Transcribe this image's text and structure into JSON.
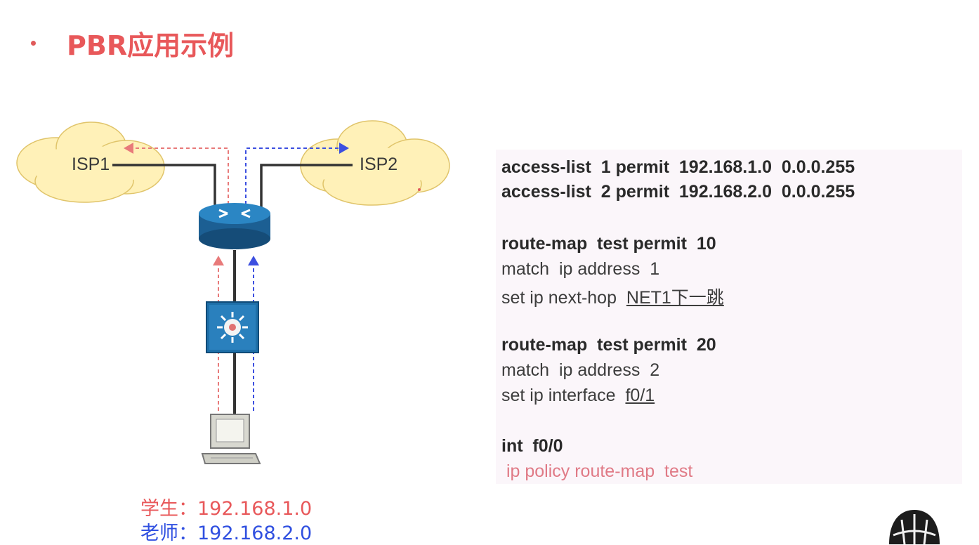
{
  "title": "PBR应用示例",
  "diagram": {
    "isp1": "ISP1",
    "isp2": "ISP2",
    "lans": [
      {
        "name": "学生",
        "sep": "：",
        "net": "192.168.1.0",
        "color": "#e8585a"
      },
      {
        "name": "老师",
        "sep": "：",
        "net": "192.168.2.0",
        "color": "#2f4fe0"
      }
    ]
  },
  "config": {
    "acl1": "access-list  1 permit  192.168.1.0  0.0.0.255",
    "acl2": "access-list  2 permit  192.168.2.0  0.0.0.255",
    "rm10": "route-map  test permit  10",
    "rm10_match": "match  ip address  1",
    "rm10_set_prefix": "set ip next-hop  ",
    "rm10_set_value": "NET1下一跳",
    "rm20": "route-map  test permit  20",
    "rm20_match": "match  ip address  2",
    "rm20_set_prefix": "set ip interface  ",
    "rm20_set_value": "f0/1",
    "int": "int  f0/0",
    "policy": " ip policy route-map  test"
  },
  "colors": {
    "title": "#e8585a",
    "student_path": "#e87a7a",
    "teacher_path": "#3c4fe0",
    "cloud_fill": "#fff1b8",
    "device_blue": "#1e6fa8"
  },
  "icons": [
    "bullet-icon",
    "cloud-icon",
    "router-icon",
    "multilayer-switch-icon",
    "pc-icon",
    "logo-icon"
  ]
}
